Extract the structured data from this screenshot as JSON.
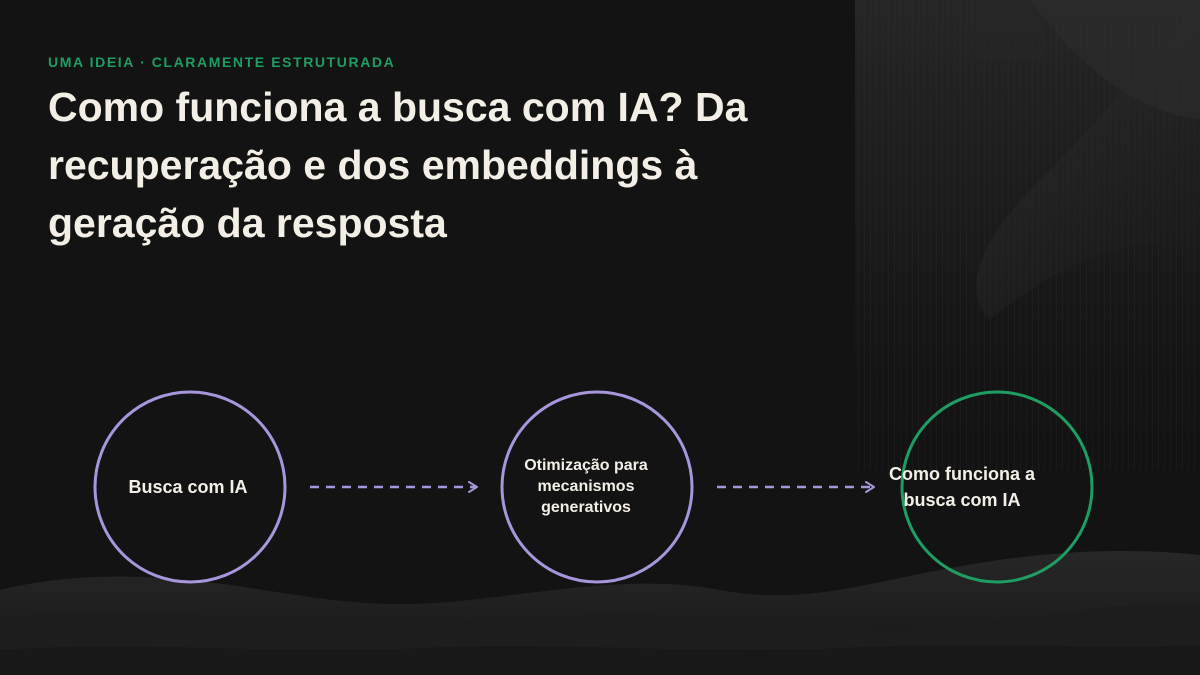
{
  "eyebrow": "UMA IDEIA · CLARAMENTE ESTRUTURADA",
  "title": "Como funciona a busca com IA? Da recuperação e dos embeddings à geração da resposta",
  "flow": {
    "nodes": [
      {
        "label": "Busca com IA",
        "color": "#a796dc"
      },
      {
        "label": "Otimização para mecanismos generativos",
        "color": "#a796dc"
      },
      {
        "label": "Como funciona a busca com IA",
        "color": "#1e9e62"
      }
    ],
    "arrow_color": "#a796dc"
  },
  "colors": {
    "background": "#131313",
    "accent_green": "#1e9e62",
    "accent_purple": "#a796dc",
    "text": "#f3efe6"
  }
}
